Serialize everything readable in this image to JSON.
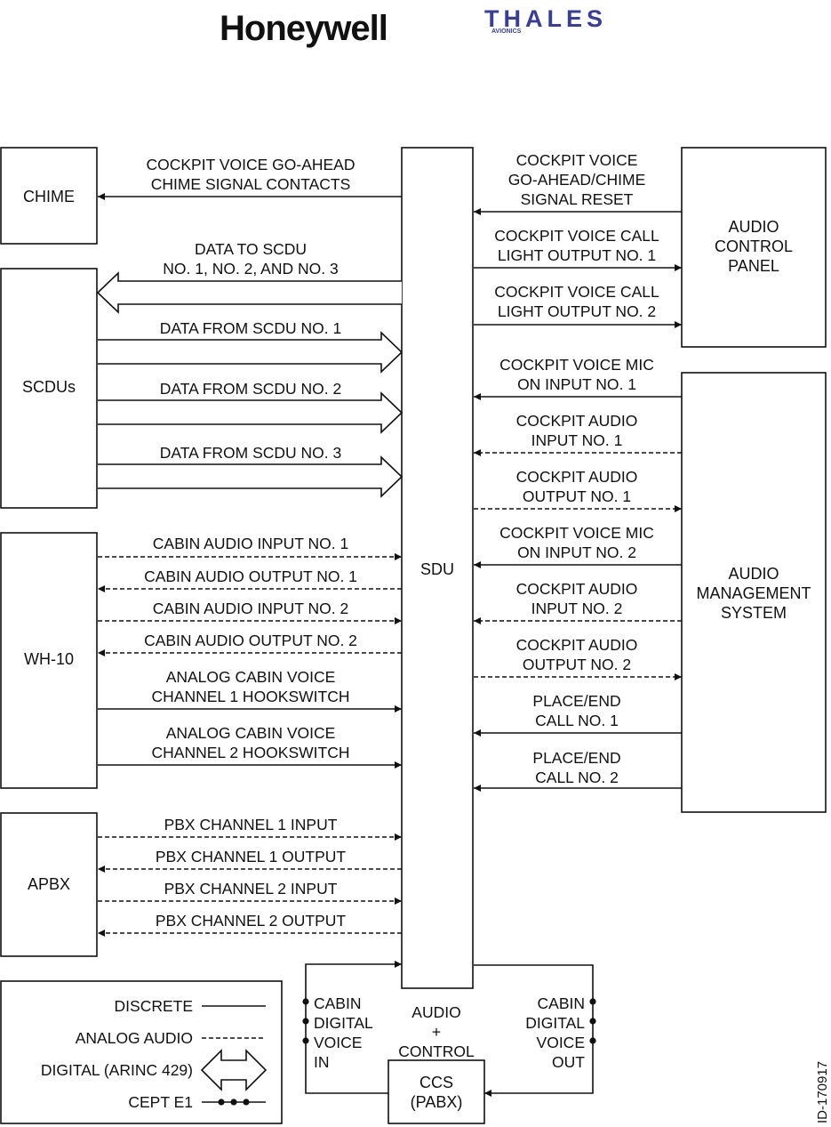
{
  "header": {
    "honeywell_logo": "Honeywell",
    "thales_logo": "THALES",
    "thales_sub": "AVIONICS"
  },
  "boxes": {
    "chime": "CHIME",
    "scdus": "SCDUs",
    "wh10": "WH-10",
    "apbx": "APBX",
    "sdu": "SDU",
    "acp": [
      "AUDIO",
      "CONTROL",
      "PANEL"
    ],
    "ams": [
      "AUDIO",
      "MANAGEMENT",
      "SYSTEM"
    ],
    "ccs": [
      "CCS",
      "(PABX)"
    ]
  },
  "signals": {
    "chime_contacts": [
      "COCKPIT VOICE GO-AHEAD",
      "CHIME SIGNAL CONTACTS"
    ],
    "data_to_scdu": [
      "DATA TO SCDU",
      "NO. 1, NO. 2, AND NO. 3"
    ],
    "data_from_scdu_1": "DATA FROM SCDU NO. 1",
    "data_from_scdu_2": "DATA FROM SCDU NO. 2",
    "data_from_scdu_3": "DATA FROM SCDU NO. 3",
    "cabin_audio_in_1": "CABIN AUDIO INPUT NO. 1",
    "cabin_audio_out_1": "CABIN AUDIO OUTPUT NO. 1",
    "cabin_audio_in_2": "CABIN AUDIO INPUT NO. 2",
    "cabin_audio_out_2": "CABIN AUDIO OUTPUT NO. 2",
    "hookswitch_1": [
      "ANALOG CABIN VOICE",
      "CHANNEL 1 HOOKSWITCH"
    ],
    "hookswitch_2": [
      "ANALOG CABIN VOICE",
      "CHANNEL 2 HOOKSWITCH"
    ],
    "pbx_in_1": "PBX CHANNEL 1 INPUT",
    "pbx_out_1": "PBX CHANNEL 1 OUTPUT",
    "pbx_in_2": "PBX CHANNEL 2 INPUT",
    "pbx_out_2": "PBX CHANNEL 2 OUTPUT",
    "chime_reset": [
      "COCKPIT VOICE",
      "GO-AHEAD/CHIME",
      "SIGNAL RESET"
    ],
    "call_light_1": [
      "COCKPIT VOICE CALL",
      "LIGHT OUTPUT NO. 1"
    ],
    "call_light_2": [
      "COCKPIT VOICE CALL",
      "LIGHT OUTPUT NO. 2"
    ],
    "mic_on_1": [
      "COCKPIT VOICE MIC",
      "ON INPUT NO. 1"
    ],
    "cockpit_audio_in_1": [
      "COCKPIT AUDIO",
      "INPUT NO. 1"
    ],
    "cockpit_audio_out_1": [
      "COCKPIT AUDIO",
      "OUTPUT NO. 1"
    ],
    "mic_on_2": [
      "COCKPIT VOICE MIC",
      "ON INPUT NO. 2"
    ],
    "cockpit_audio_in_2": [
      "COCKPIT AUDIO",
      "INPUT NO. 2"
    ],
    "cockpit_audio_out_2": [
      "COCKPIT AUDIO",
      "OUTPUT NO. 2"
    ],
    "place_end_1": [
      "PLACE/END",
      "CALL NO. 1"
    ],
    "place_end_2": [
      "PLACE/END",
      "CALL NO. 2"
    ],
    "cabin_digital_in": [
      "CABIN",
      "DIGITAL",
      "VOICE",
      "IN"
    ],
    "cabin_digital_out": [
      "CABIN",
      "DIGITAL",
      "VOICE",
      "OUT"
    ],
    "audio_control": [
      "AUDIO",
      "+",
      "CONTROL"
    ]
  },
  "legend": {
    "discrete": "DISCRETE",
    "analog": "ANALOG AUDIO",
    "digital": "DIGITAL (ARINC 429)",
    "cept": "CEPT E1"
  },
  "figure_id": "ID-170917"
}
